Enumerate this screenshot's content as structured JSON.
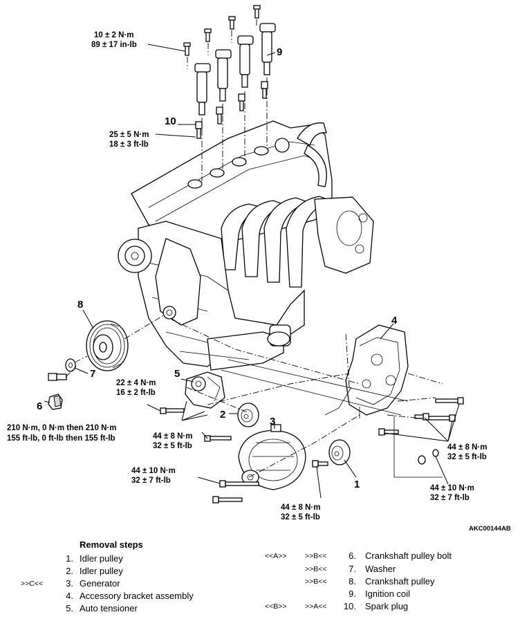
{
  "callouts": {
    "n1": "1",
    "n2": "2",
    "n3": "3",
    "n4": "4",
    "n5": "5",
    "n6": "6",
    "n7": "7",
    "n8": "8",
    "n9": "9",
    "n10": "10"
  },
  "torques": {
    "coil_bolt": [
      "10 ± 2 N·m",
      "89 ± 17 in-lb"
    ],
    "spark_plug": [
      "25 ± 5 N·m",
      "18 ± 3 ft-lb"
    ],
    "tensioner_bolt": [
      "22 ± 4 N·m",
      "16 ± 2 ft-lb"
    ],
    "crank_bolt": [
      "210 N·m, 0 N·m then 210 N·m",
      "155 ft-lb, 0 ft-lb then 155 ft-lb"
    ],
    "idler2_bolt": [
      "44 ± 8 N·m",
      "32 ± 5 ft-lb"
    ],
    "generator_bolt": [
      "44 ± 10 N·m",
      "32 ± 7 ft-lb"
    ],
    "idler1_bolt": [
      "44 ± 8 N·m",
      "32 ± 5 ft-lb"
    ],
    "bracket_bolts": [
      "44 ± 8 N·m",
      "32 ± 5 ft-lb"
    ],
    "bracket_nut": [
      "44 ± 10 N·m",
      "32 ± 7 ft-lb"
    ]
  },
  "figure_id": "AKC00144AB",
  "removal_steps": {
    "title": "Removal steps",
    "left": [
      {
        "mark": "",
        "mark2": "",
        "num": "1.",
        "text": "Idler pulley"
      },
      {
        "mark": "",
        "mark2": "",
        "num": "2.",
        "text": "Idler pulley"
      },
      {
        "mark": ">>C<<",
        "mark2": "",
        "num": "3.",
        "text": "Generator"
      },
      {
        "mark": "",
        "mark2": "",
        "num": "4.",
        "text": "Accessory bracket assembly"
      },
      {
        "mark": "",
        "mark2": "",
        "num": "5.",
        "text": "Auto tensioner"
      }
    ],
    "right": [
      {
        "mark": "<<A>>",
        "mark2": ">>B<<",
        "num": "6.",
        "text": "Crankshaft pulley bolt"
      },
      {
        "mark": "",
        "mark2": ">>B<<",
        "num": "7.",
        "text": "Washer"
      },
      {
        "mark": "",
        "mark2": ">>B<<",
        "num": "8.",
        "text": "Crankshaft pulley"
      },
      {
        "mark": "",
        "mark2": "",
        "num": "9.",
        "text": "Ignition coil"
      },
      {
        "mark": "<<B>>",
        "mark2": ">>A<<",
        "num": "10.",
        "text": "Spark plug"
      }
    ]
  }
}
